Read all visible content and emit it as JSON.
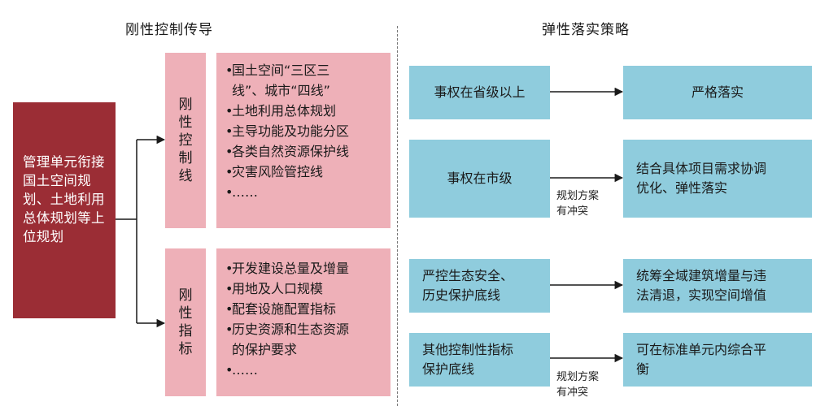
{
  "headings": {
    "left": "刚性控制传导",
    "right": "弹性落实策略"
  },
  "source": "管理单元衔接国土空间规划、土地利用总体规划等上位规划",
  "rigid_lines": {
    "label_chars": [
      "刚",
      "性",
      "控",
      "制",
      "线"
    ],
    "items": [
      [
        "国土空间“三区三",
        "线”、城市“四线”"
      ],
      [
        "土地利用总体规划"
      ],
      [
        "主导功能及功能分区"
      ],
      [
        "各类自然资源保护线"
      ],
      [
        "灾害风险管控线"
      ],
      [
        "……"
      ]
    ]
  },
  "rigid_indicators": {
    "label_chars": [
      "刚",
      "性",
      "指",
      "标"
    ],
    "items": [
      [
        "开发建设总量及增量"
      ],
      [
        "用地及人口规模"
      ],
      [
        "配套设施配置指标"
      ],
      [
        "历史资源和生态资源",
        "的保护要求"
      ],
      [
        "……"
      ]
    ]
  },
  "bullet": "•",
  "strategies": [
    {
      "left": [
        "事权在省级以上"
      ],
      "right": [
        "严格落实"
      ],
      "note": []
    },
    {
      "left": [
        "事权在市级"
      ],
      "right": [
        "结合具体项目需求协调",
        "优化、弹性落实"
      ],
      "note": [
        "规划方案",
        "有冲突"
      ]
    },
    {
      "left": [
        "严控生态安全、",
        "历史保护底线"
      ],
      "right": [
        "统筹全域建筑增量与违",
        "法清退，实现空间增值"
      ],
      "note": []
    },
    {
      "left": [
        "其他控制性指标",
        "保护底线"
      ],
      "right": [
        "可在标准单元内综合平",
        "衡"
      ],
      "note": [
        "规划方案",
        "有冲突"
      ]
    }
  ],
  "colors": {
    "source_box": "#9b2d35",
    "pink_boxes": "#eeb0b8",
    "blue_boxes": "#8fccdd",
    "arrows": "#1a1a1a"
  }
}
